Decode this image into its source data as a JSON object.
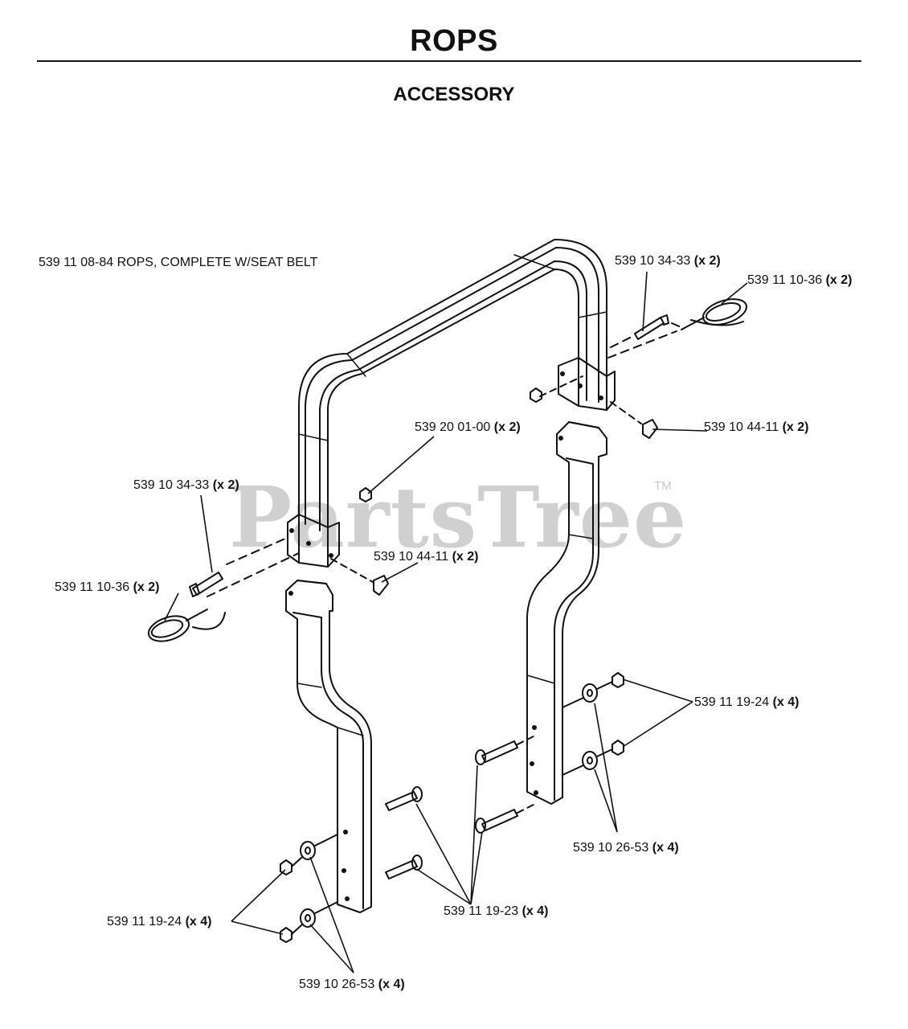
{
  "header": {
    "title": "ROPS",
    "subtitle": "ACCESSORY"
  },
  "watermark": {
    "text": "PartsTree",
    "tm": "TM"
  },
  "labels": {
    "complete": {
      "part": "539 11 08-84 ROPS, COMPLETE W/SEAT BELT",
      "qty": ""
    },
    "pin_right": {
      "part": "539 10 34-33",
      "qty": "(x 2)"
    },
    "clip_right": {
      "part": "539 11 10-36",
      "qty": "(x 2)"
    },
    "nut_center": {
      "part": "539 20 01-00",
      "qty": "(x 2)"
    },
    "knob_right": {
      "part": "539 10 44-11",
      "qty": "(x 2)"
    },
    "pin_left": {
      "part": "539 10 34-33",
      "qty": "(x 2)"
    },
    "knob_left": {
      "part": "539 10 44-11",
      "qty": "(x 2)"
    },
    "clip_left": {
      "part": "539 11 10-36",
      "qty": "(x 2)"
    },
    "nut_right": {
      "part": "539 11 19-24",
      "qty": "(x 4)"
    },
    "washer_right": {
      "part": "539 10 26-53",
      "qty": "(x 4)"
    },
    "nut_left": {
      "part": "539 11 19-24",
      "qty": "(x 4)"
    },
    "bolt": {
      "part": "539 11 19-23",
      "qty": "(x 4)"
    },
    "washer_left": {
      "part": "539 10 26-53",
      "qty": "(x 4)"
    }
  }
}
